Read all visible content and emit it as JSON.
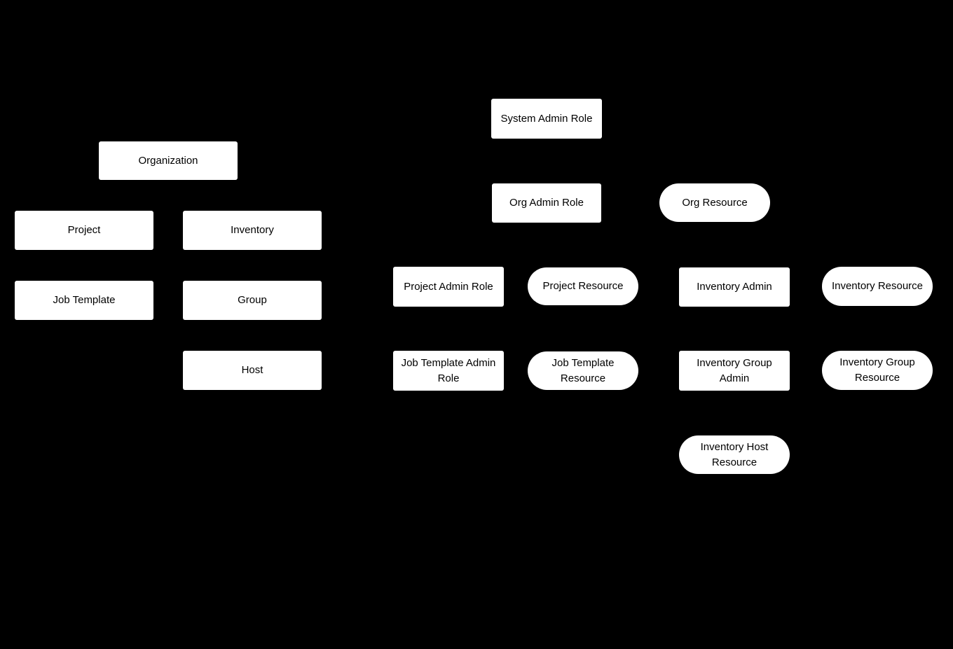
{
  "diagram": {
    "background_color": "#000000",
    "node_fill_color": "#ffffff",
    "node_text_color": "#000000",
    "nodes": [
      {
        "id": "organization",
        "label": "Organization",
        "shape": "rect"
      },
      {
        "id": "project",
        "label": "Project",
        "shape": "rect"
      },
      {
        "id": "inventory",
        "label": "Inventory",
        "shape": "rect"
      },
      {
        "id": "job-template",
        "label": "Job Template",
        "shape": "rect"
      },
      {
        "id": "group",
        "label": "Group",
        "shape": "rect"
      },
      {
        "id": "host",
        "label": "Host",
        "shape": "rect"
      },
      {
        "id": "system-admin-role",
        "label": "System Admin Role",
        "shape": "rect"
      },
      {
        "id": "org-admin-role",
        "label": "Org Admin Role",
        "shape": "rect"
      },
      {
        "id": "org-resource",
        "label": "Org Resource",
        "shape": "pill"
      },
      {
        "id": "project-admin-role",
        "label": "Project Admin Role",
        "shape": "rect"
      },
      {
        "id": "project-resource",
        "label": "Project Resource",
        "shape": "pill"
      },
      {
        "id": "inventory-admin",
        "label": "Inventory Admin",
        "shape": "rect"
      },
      {
        "id": "inventory-resource",
        "label": "Inventory Resource",
        "shape": "pill"
      },
      {
        "id": "job-template-admin-role",
        "label": "Job Template Admin Role",
        "shape": "rect"
      },
      {
        "id": "job-template-resource",
        "label": "Job Template Resource",
        "shape": "pill"
      },
      {
        "id": "inventory-group-admin",
        "label": "Inventory Group Admin",
        "shape": "rect"
      },
      {
        "id": "inventory-group-resource",
        "label": "Inventory Group Resource",
        "shape": "pill"
      },
      {
        "id": "inventory-host-resource",
        "label": "Inventory Host Resource",
        "shape": "pill"
      }
    ]
  }
}
